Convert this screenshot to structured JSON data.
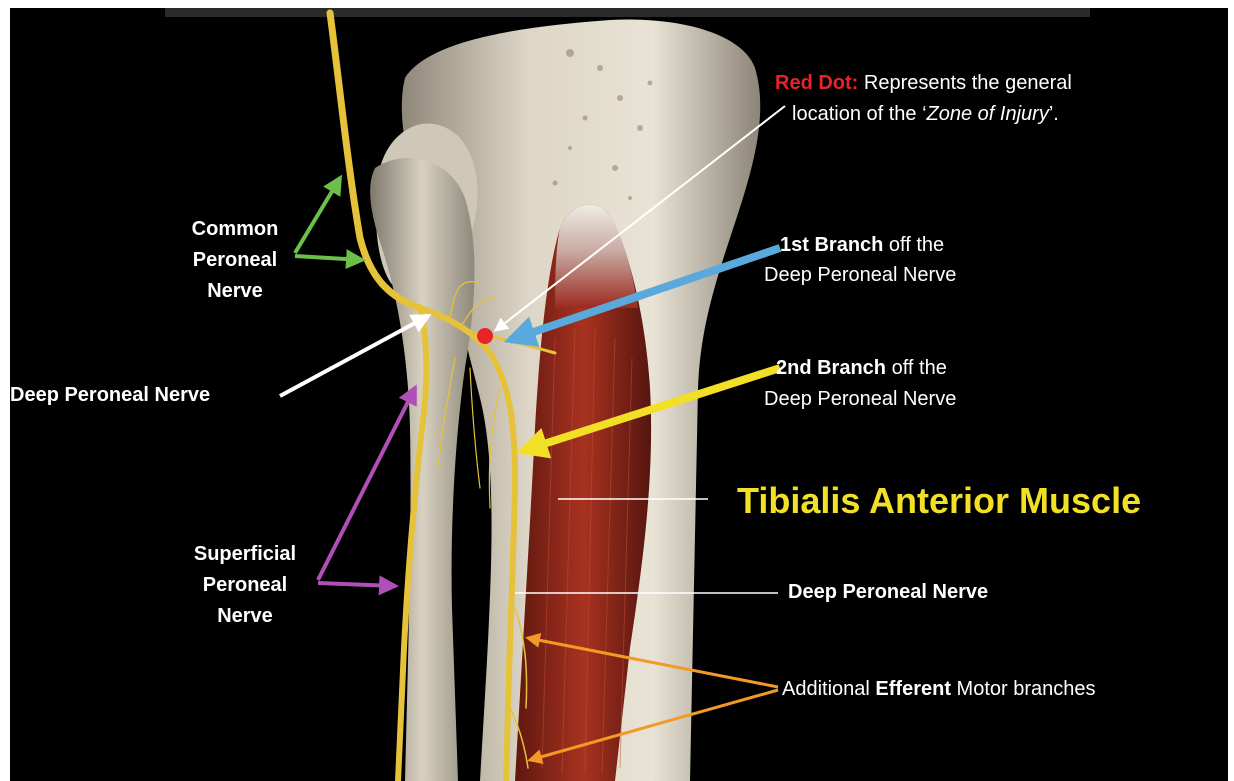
{
  "labels": {
    "red_dot_title": "Red Dot:",
    "red_dot_desc_1": " Represents the general",
    "red_dot_desc_2_pre": "location of the ‘",
    "red_dot_desc_2_em": "Zone of Injury",
    "red_dot_desc_2_post": "’.",
    "common_peroneal_1": "Common",
    "common_peroneal_2": "Peroneal",
    "common_peroneal_3": "Nerve",
    "first_branch_bold": "1st Branch",
    "first_branch_rest": " off the",
    "first_branch_line2": "Deep Peroneal Nerve",
    "second_branch_bold": "2nd Branch",
    "second_branch_rest": " off the",
    "second_branch_line2": "Deep Peroneal Nerve",
    "deep_peroneal_left": "Deep Peroneal Nerve",
    "tibialis_anterior": "Tibialis Anterior Muscle",
    "superficial_1": "Superficial",
    "superficial_2": "Peroneal",
    "superficial_3": "Nerve",
    "deep_peroneal_right": "Deep Peroneal Nerve",
    "efferent_pre": "Additional ",
    "efferent_bold": "Efferent",
    "efferent_post": " Motor branches"
  },
  "colors": {
    "background": "#000000",
    "nerve": "#e6c23a",
    "bone": "#d9d2c2",
    "muscle": "#9b2a1e",
    "red_dot": "#e8232a",
    "arrow_green": "#6cc04a",
    "arrow_blue": "#5aa9dd",
    "arrow_yellow": "#f1e025",
    "arrow_purple": "#b14fb8",
    "arrow_orange": "#f29a25",
    "arrow_white": "#ffffff"
  }
}
